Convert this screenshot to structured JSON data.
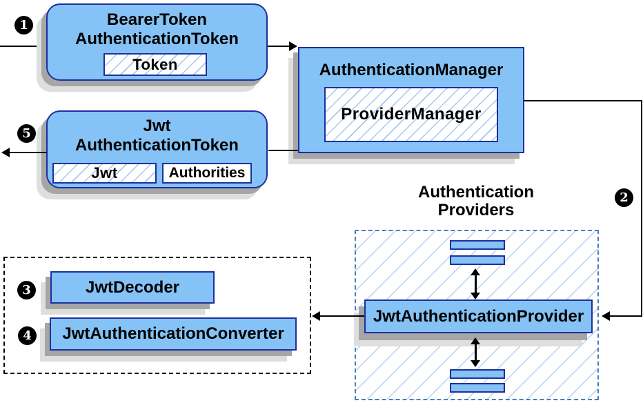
{
  "diagram": {
    "title_context": "JWT authentication architecture",
    "nodes": {
      "bearer_token": {
        "title_line1": "BearerToken",
        "title_line2": "AuthenticationToken",
        "field_token": "Token"
      },
      "authentication_manager": {
        "title": "AuthenticationManager",
        "implementation": "ProviderManager"
      },
      "jwt_authentication_token": {
        "title_line1": "Jwt",
        "title_line2": "AuthenticationToken",
        "field_jwt": "Jwt",
        "field_authorities": "Authorities"
      },
      "authentication_providers_group": {
        "label_line1": "Authentication",
        "label_line2": "Providers"
      },
      "jwt_authentication_provider": {
        "title": "JwtAuthenticationProvider"
      },
      "jwt_decoder": {
        "title": "JwtDecoder"
      },
      "jwt_authentication_converter": {
        "title": "JwtAuthenticationConverter"
      }
    },
    "steps": {
      "s1": "1",
      "s2": "2",
      "s3": "3",
      "s4": "4",
      "s5": "5"
    },
    "colors": {
      "node_fill": "#85C2F5",
      "node_border": "#1e2fa0",
      "hatch_line": "#a5c8f0",
      "providers_hatch_line": "#b3d2f2",
      "providers_dash_border": "#4a7cbd",
      "decoder_dash_border": "#000000",
      "shadow_dark": "#a6a6a6",
      "shadow_light": "#dedede",
      "arrow": "#000000",
      "badge_bg": "#000000",
      "badge_text": "#ffffff"
    }
  }
}
